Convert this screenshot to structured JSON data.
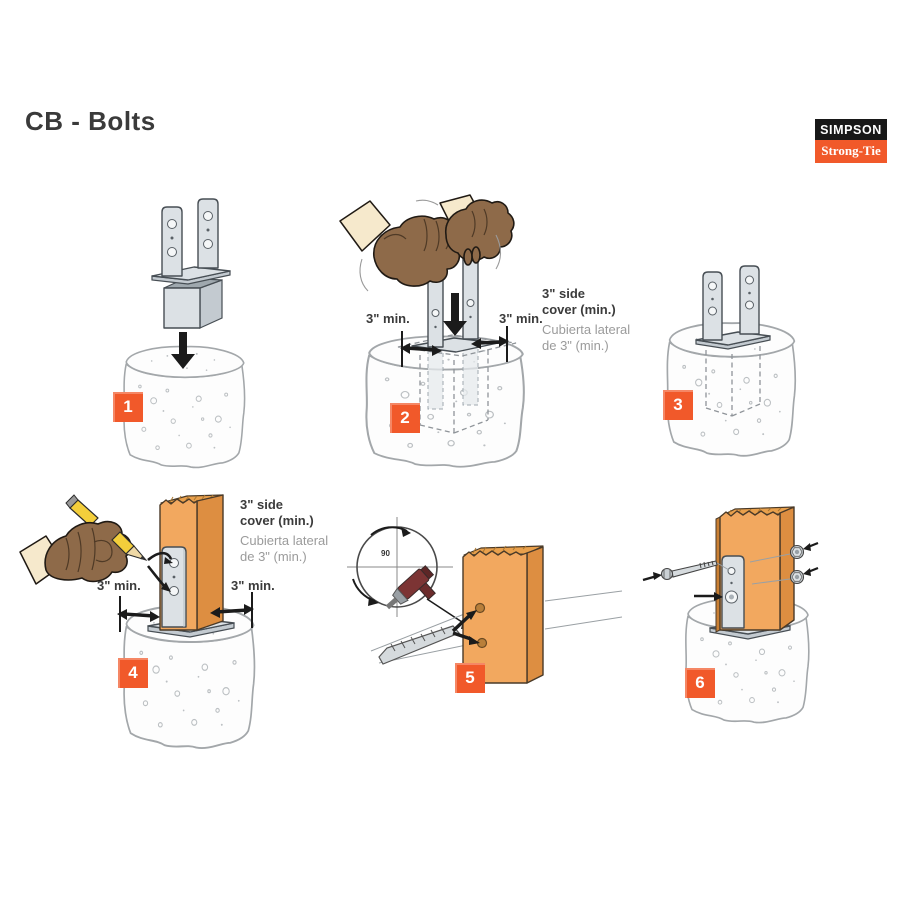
{
  "header": {
    "title": "CB - Bolts",
    "brand": {
      "line1": "SIMPSON",
      "line2": "Strong-Tie"
    }
  },
  "labels": {
    "min_side": "3\" min.",
    "cover_en_1": "3\" side",
    "cover_en_2": "cover (min.)",
    "cover_es_1": "Cubierta lateral",
    "cover_es_2": "de 3\" (min.)",
    "drill_angle": "90"
  },
  "steps": [
    {
      "number": "1",
      "illustration": "column-base-above-footing"
    },
    {
      "number": "2",
      "illustration": "hands-setting-base-into-wet-concrete"
    },
    {
      "number": "3",
      "illustration": "base-embedded-in-footing"
    },
    {
      "number": "4",
      "illustration": "marking-bolt-holes-on-post"
    },
    {
      "number": "5",
      "illustration": "drilling-holes-through-post"
    },
    {
      "number": "6",
      "illustration": "installing-bolt-washers-nuts"
    }
  ],
  "colors": {
    "accent": "#F1592A",
    "logo_black": "#181818",
    "steel": "#DCE1E5",
    "wood": "#F2A85F",
    "glove": "#8E6A49",
    "concrete_outline": "#A3A7AA"
  }
}
